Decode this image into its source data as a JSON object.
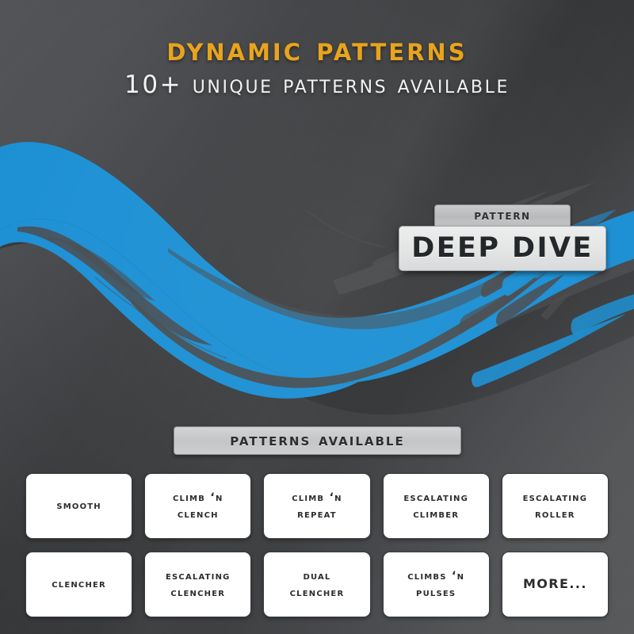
{
  "header": {
    "title": "Dynamic Patterns",
    "subtitle": "10+ Unique Patterns Available",
    "title_color": "#E8A41C",
    "subtitle_color": "#F2F2F2"
  },
  "badge": {
    "tab_label": "Pattern",
    "main_label": "DEEP DIVE"
  },
  "section": {
    "heading": "Patterns Available"
  },
  "patterns": [
    {
      "label": "Smooth",
      "style": "caps"
    },
    {
      "label": "Climb ‘n\nClench",
      "line1": "Climb ‘n",
      "line2": "Clench",
      "style": "caps"
    },
    {
      "label": "Climb ‘n\nRepeat",
      "line1": "Climb ‘n",
      "line2": "Repeat",
      "style": "caps"
    },
    {
      "label": "Escalating\nClimber",
      "line1": "Escalating",
      "line2": "Climber",
      "style": "caps"
    },
    {
      "label": "Escalating\nRoller",
      "line1": "Escalating",
      "line2": "Roller",
      "style": "caps"
    },
    {
      "label": "Clencher",
      "style": "caps"
    },
    {
      "label": "Escalating\nClencher",
      "line1": "Escalating",
      "line2": "Clencher",
      "style": "caps"
    },
    {
      "label": "Dual\nClencher",
      "line1": "Dual",
      "line2": "Clencher",
      "style": "caps"
    },
    {
      "label": "Climbs ‘n\nPulses",
      "line1": "Climbs ‘n",
      "line2": "Pulses",
      "style": "caps"
    },
    {
      "label": "MORE...",
      "style": "plain"
    }
  ],
  "artwork": {
    "wave_color": "#1C90D4",
    "background_dark": "#343537",
    "background_light": "#5D5F61"
  }
}
